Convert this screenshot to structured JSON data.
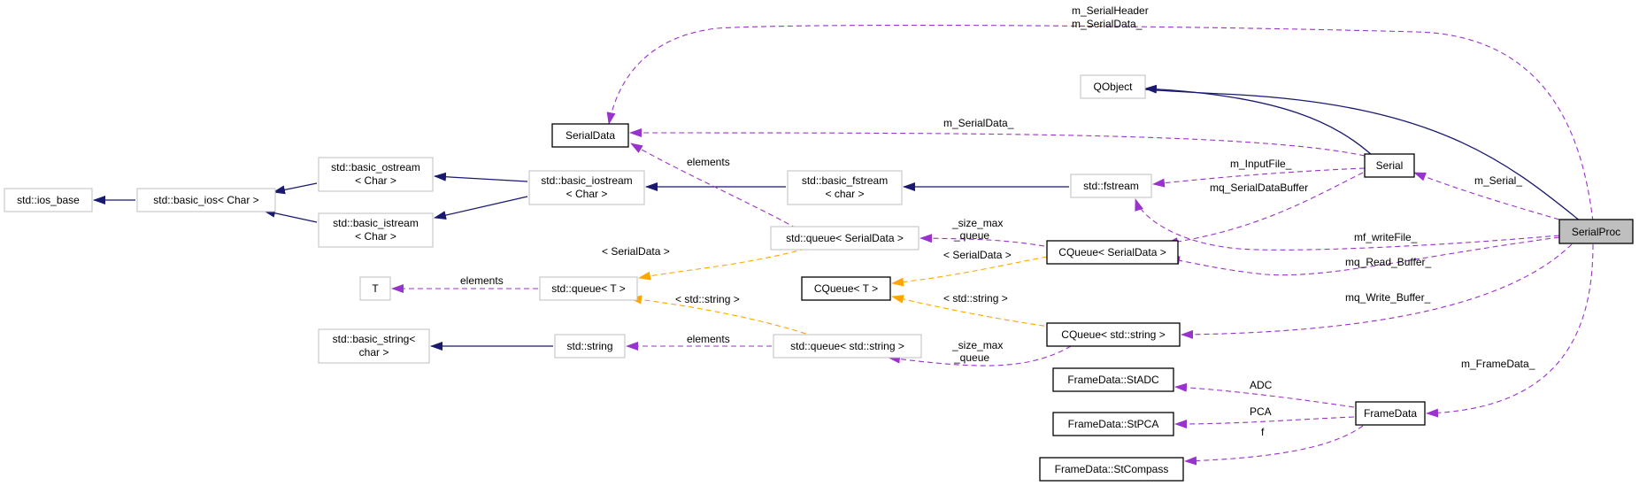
{
  "nodes": {
    "serialproc": "SerialProc",
    "qobject": "QObject",
    "serial": "Serial",
    "serialdata": "SerialData",
    "fstream": "std::fstream",
    "basic_fstream": [
      "std::basic_fstream",
      "< char >"
    ],
    "basic_iostream": [
      "std::basic_iostream",
      "< Char >"
    ],
    "basic_ostream": [
      "std::basic_ostream",
      "< Char >"
    ],
    "basic_istream": [
      "std::basic_istream",
      "< Char >"
    ],
    "basic_ios": "std::basic_ios< Char >",
    "ios_base": "std::ios_base",
    "queue_serialdata": "std::queue< SerialData >",
    "cqueue_serialdata": "CQueue< SerialData >",
    "cqueue_t": "CQueue< T >",
    "cqueue_string": "CQueue< std::string >",
    "t": "T",
    "queue_t": "std::queue< T >",
    "basic_string": [
      "std::basic_string<",
      "char >"
    ],
    "string": "std::string",
    "queue_string": "std::queue< std::string >",
    "framedata": "FrameData",
    "stadc": "FrameData::StADC",
    "stpca": "FrameData::StPCA",
    "stcompass": "FrameData::StCompass"
  },
  "edge_labels": {
    "serialheader_1": "m_SerialHeader",
    "serialheader_2": "m_SerialData_",
    "serialdata": "m_SerialData_",
    "inputfile": "m_InputFile_",
    "serialdatabuffer": "mq_SerialDataBuffer",
    "serial": "m_Serial_",
    "writefile": "mf_writeFile_",
    "read_buffer": "mq_Read_Buffer_",
    "write_buffer": "mq_Write_Buffer_",
    "framedata": "m_FrameData_",
    "elements_serialdata": "elements",
    "elements_t": "elements",
    "elements_string": "elements",
    "size_max_1a": "_size_max",
    "size_max_1b": "_queue",
    "size_max_2a": "_size_max",
    "size_max_2b": "_queue",
    "tmpl_serialdata_1": "< SerialData >",
    "tmpl_serialdata_2": "< SerialData >",
    "tmpl_string_1": "< std::string >",
    "tmpl_string_2": "< std::string >",
    "adc": "ADC",
    "pca": "PCA",
    "f": "f"
  },
  "colors": {
    "inheritance": "#191970",
    "member": "#9a32cd",
    "template": "#ffa500",
    "focus_fill": "#bfbfbf",
    "documented_border": "#000000",
    "external_border": "#bfbfbf"
  }
}
